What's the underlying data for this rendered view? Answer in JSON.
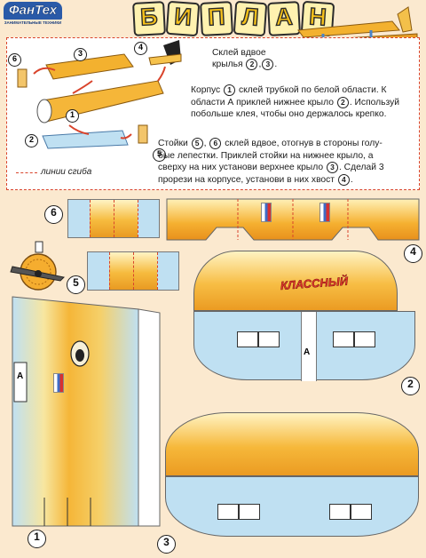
{
  "header": {
    "brand": "ФанТех",
    "brand_tagline": "ЗАНИМАТЕЛЬНЫЕ ТЕХНИКИ",
    "title_letters": [
      "Б",
      "И",
      "П",
      "Л",
      "А",
      "Н"
    ]
  },
  "instructions": {
    "block1": {
      "line1": "Склей вдвое",
      "line2_prefix": "крылья",
      "refs": [
        "2",
        "3"
      ],
      "line2_suffix": "."
    },
    "block2": {
      "p1": "Корпус",
      "r1": "1",
      "p2": "склей трубкой по белой области. К",
      "p3": "области А приклей нижнее крыло",
      "r2": "2",
      "p4": ". Используй",
      "p5": "побольше клея, чтобы оно держалось крепко."
    },
    "block3": {
      "p1": "Стойки",
      "r1": "5",
      "p2": ",",
      "r2": "6",
      "p3": "склей вдвое, отогнув в стороны голу-",
      "p4": "бые лепестки. Приклей стойки на нижнее крыло, а",
      "p5": "сверху на них установи верхнее крыло",
      "r3": "3",
      "p6": ". Сделай 3",
      "p7": "прорези на корпусе, установи в них хвост",
      "r4": "4",
      "p8": "."
    },
    "legend": "линии сгиба",
    "diagram_labels": [
      "3",
      "4",
      "6",
      "1",
      "2",
      "5"
    ]
  },
  "parts": {
    "label_a1": "А",
    "label_a2": "А",
    "badges": [
      "6",
      "4",
      "5",
      "2",
      "1",
      "3"
    ],
    "sticker_text": "КЛАССНЫЙ"
  },
  "colors": {
    "wood_light": "#fbe39a",
    "wood": "#f5ad2f",
    "wood_dark": "#e58a1a",
    "sky": "#bfe0f2",
    "fold_line": "#d9442c",
    "paper": "#fbe9cf"
  }
}
